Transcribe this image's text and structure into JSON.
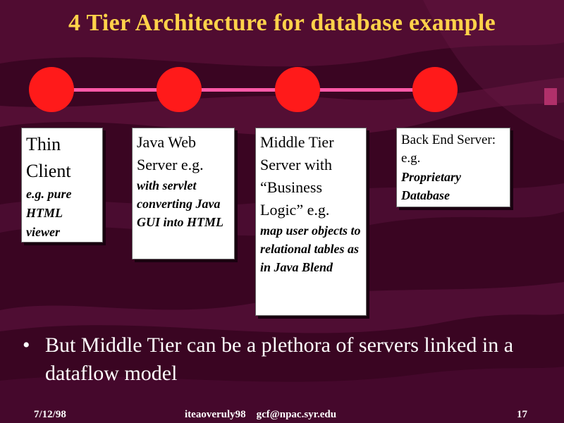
{
  "slide": {
    "title": "4 Tier Architecture for database example",
    "tiers": [
      {
        "main": "Thin Client",
        "sub": "e.g. pure HTML viewer"
      },
      {
        "main": "Java Web Server e.g.",
        "sub": "with servlet converting Java GUI into HTML"
      },
      {
        "main": "Middle Tier Server with “Business Logic” e.g.",
        "sub": "map user objects to relational tables as in Java Blend"
      },
      {
        "main": "Back End Server: e.g.",
        "sub": "Proprietary Database"
      }
    ],
    "bullet": "But Middle Tier can be a plethora of servers linked in a dataflow model",
    "bullet_marker": "•"
  },
  "footer": {
    "date": "7/12/98",
    "source": "iteaoveruly98    gcf@npac.syr.edu",
    "page": "17"
  },
  "colors": {
    "background": "#3a0522",
    "title": "#ffd24a",
    "node": "#ff1a1a",
    "connector": "#ff5aa8"
  }
}
